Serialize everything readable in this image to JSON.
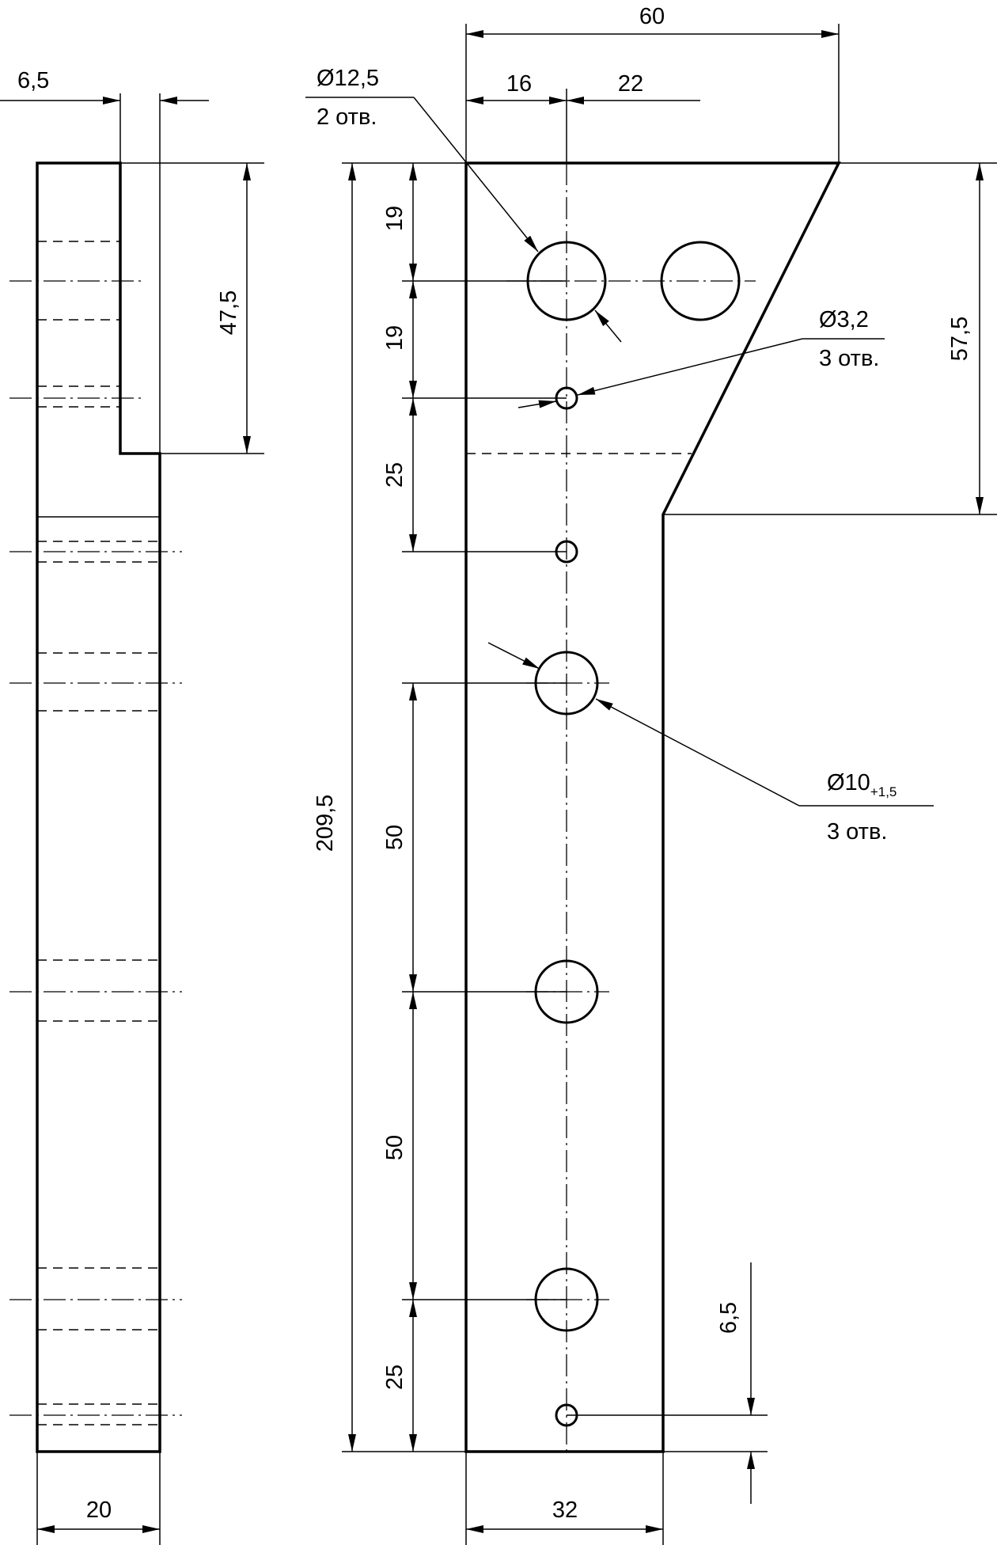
{
  "side_view": {
    "dim_step": "6,5",
    "dim_notch_depth": "47,5",
    "dim_thickness": "20"
  },
  "front_view": {
    "dim_total_width": "60",
    "dim_hole1_x": "16",
    "dim_hole_spacing": "22",
    "dim_total_height": "209,5",
    "dim_top_hole_y": "19",
    "dim_small_hole_y": "19",
    "dim_to_second_small": "25",
    "dim_pitch_1": "50",
    "dim_pitch_2": "50",
    "dim_to_bottom_hole": "25",
    "dim_bevel_height": "57,5",
    "dim_bottom_hole_offset": "6,5",
    "dim_bottom_width": "32"
  },
  "callouts": {
    "large_holes": {
      "diameter": "Ø12,5",
      "count": "2 отв."
    },
    "small_holes": {
      "diameter": "Ø3,2",
      "count": "3 отв."
    },
    "medium_holes": {
      "diameter": "Ø10",
      "tolerance": "+1,5",
      "count": "3 отв."
    }
  }
}
